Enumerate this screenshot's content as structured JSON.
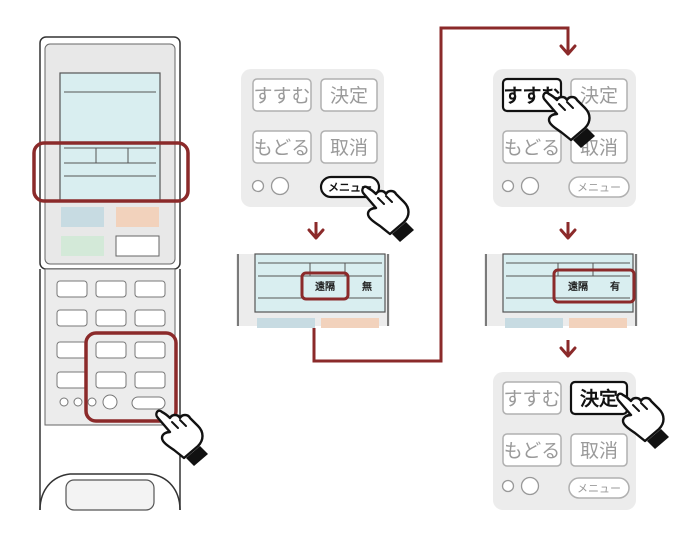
{
  "colors": {
    "highlight": "#8b2a2a",
    "panel": "#ececec",
    "lcd": "#d9eef0",
    "blue_button": "#c7dbe2",
    "orange_button": "#f2d2bc",
    "green_button": "#d3e9d8"
  },
  "panel_buttons": {
    "susumu": "すすむ",
    "kettei": "決定",
    "modoru": "もどる",
    "torikeshi": "取消",
    "menu": "メニュー"
  },
  "display_before": {
    "item": "遠隔",
    "value": "無"
  },
  "display_after": {
    "item": "遠隔",
    "value": "有"
  },
  "icons": [
    "pointing-hand-icon",
    "down-arrow-icon"
  ]
}
